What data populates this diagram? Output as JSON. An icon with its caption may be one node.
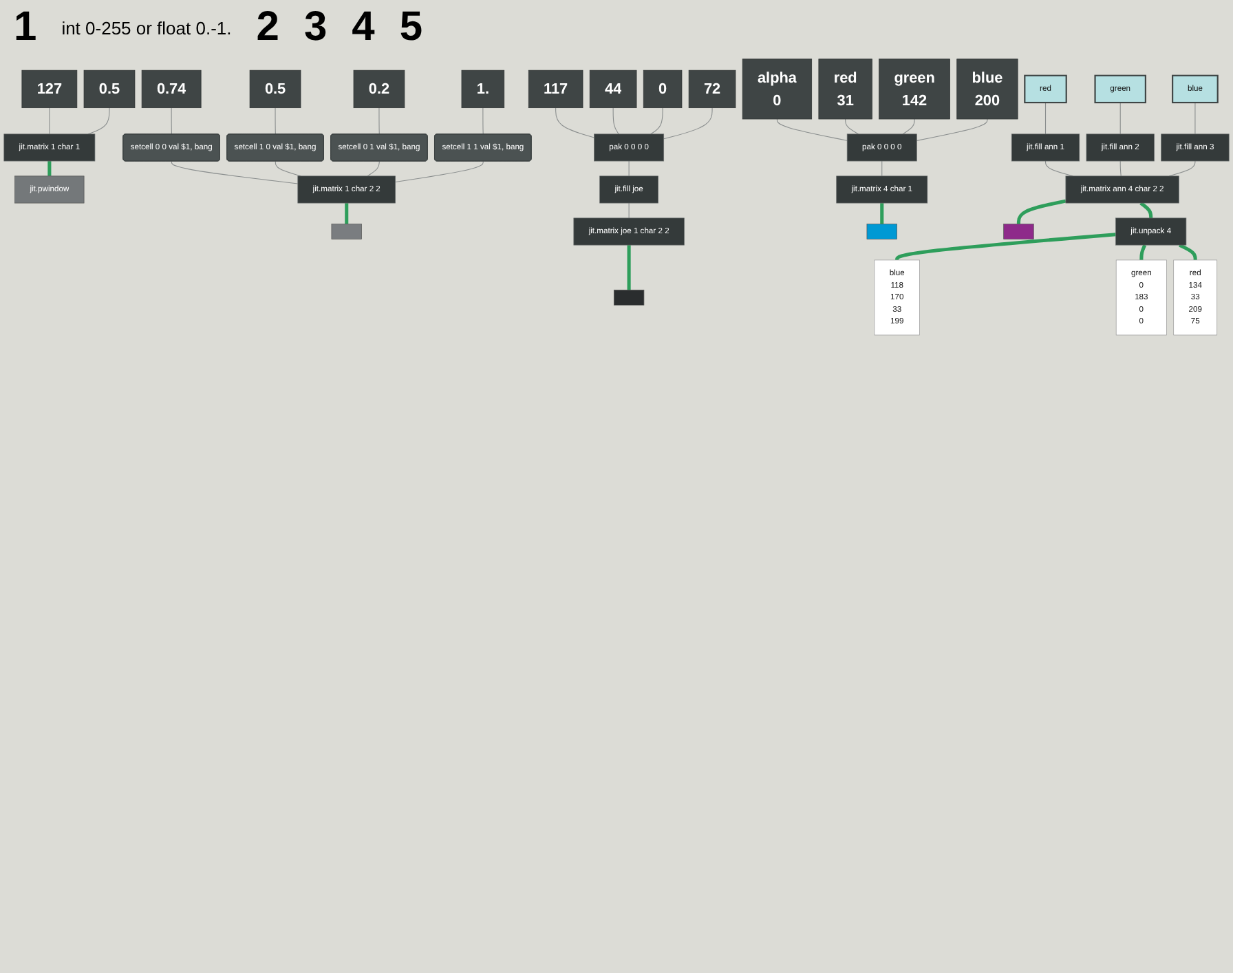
{
  "diagram": {
    "nodes": [
      {
        "text": [
          "127"
        ]
      },
      {
        "text": [
          "0.5"
        ]
      },
      {
        "text": [
          "jit.matrix 1 char 1"
        ]
      },
      {
        "text": [
          "jit.pwindow"
        ]
      },
      {
        "text": [
          "0.74"
        ]
      },
      {
        "text": [
          "setcell 0 0 val $1, bang"
        ]
      },
      {
        "text": [
          "0.5"
        ]
      },
      {
        "text": [
          "setcell 1 0 val $1, bang"
        ]
      },
      {
        "text": [
          "0.2"
        ]
      },
      {
        "text": [
          "setcell 0 1 val $1, bang"
        ]
      },
      {
        "text": [
          "1."
        ]
      },
      {
        "text": [
          "setcell 1 1 val $1, bang"
        ]
      },
      {
        "text": [
          "jit.matrix 1 char 2 2"
        ]
      },
      {
        "text": [],
        "shape": "box"
      },
      {
        "text": [
          "117"
        ]
      },
      {
        "text": [
          "44"
        ]
      },
      {
        "text": [
          "0"
        ]
      },
      {
        "text": [
          "72"
        ]
      },
      {
        "text": [
          "pak 0 0 0 0"
        ]
      },
      {
        "text": [
          "jit.fill joe"
        ]
      },
      {
        "text": [
          "jit.matrix joe 1 char 2 2"
        ]
      },
      {
        "text": [],
        "shape": "box"
      },
      {
        "text": [
          "alpha",
          "0"
        ]
      },
      {
        "text": [
          "red",
          "31"
        ]
      },
      {
        "text": [
          "green",
          "142"
        ]
      },
      {
        "text": [
          "blue",
          "200"
        ]
      },
      {
        "text": [
          "pak 0 0 0 0"
        ]
      },
      {
        "text": [
          "jit.matrix 4 char 1"
        ]
      },
      {
        "text": [],
        "shape": "box"
      },
      {
        "text": [
          "red"
        ]
      },
      {
        "text": [
          "green"
        ]
      },
      {
        "text": [
          "blue"
        ]
      },
      {
        "text": [
          "jit.fill ann 1"
        ]
      },
      {
        "text": [
          "jit.fill ann 2"
        ]
      },
      {
        "text": [
          "jit.fill ann 3"
        ]
      },
      {
        "text": [
          "jit.matrix ann 4 char 2 2"
        ]
      },
      {
        "text": [],
        "shape": "box"
      },
      {
        "text": [
          "jit.unpack 4"
        ]
      },
      {
        "text": [
          "blue",
          "118",
          "170",
          "33",
          "199"
        ]
      },
      {
        "text": [
          "green",
          "0",
          "183",
          "0",
          "0"
        ]
      },
      {
        "text": [
          "red",
          "134",
          "33",
          "209",
          "75"
        ]
      }
    ],
    "edges": [
      {
        "from": 0,
        "to": 2,
        "arrow": "none"
      },
      {
        "from": 1,
        "to": 2,
        "arrow": "none"
      },
      {
        "from": 2,
        "to": 3,
        "arrow": "none",
        "style": "thick",
        "color": "#2e9e5b"
      },
      {
        "from": 4,
        "to": 5,
        "arrow": "none"
      },
      {
        "from": 6,
        "to": 7,
        "arrow": "none"
      },
      {
        "from": 8,
        "to": 9,
        "arrow": "none"
      },
      {
        "from": 10,
        "to": 11,
        "arrow": "none"
      },
      {
        "from": 5,
        "to": 12,
        "arrow": "none"
      },
      {
        "from": 7,
        "to": 12,
        "arrow": "none"
      },
      {
        "from": 9,
        "to": 12,
        "arrow": "none"
      },
      {
        "from": 11,
        "to": 12,
        "arrow": "none"
      },
      {
        "from": 12,
        "to": 13,
        "arrow": "none",
        "style": "thick",
        "color": "#2e9e5b"
      },
      {
        "from": 14,
        "to": 18,
        "arrow": "none"
      },
      {
        "from": 15,
        "to": 18,
        "arrow": "none"
      },
      {
        "from": 16,
        "to": 18,
        "arrow": "none"
      },
      {
        "from": 17,
        "to": 18,
        "arrow": "none"
      },
      {
        "from": 18,
        "to": 19,
        "arrow": "none"
      },
      {
        "from": 19,
        "to": 20,
        "arrow": "none"
      },
      {
        "from": 20,
        "to": 21,
        "arrow": "none",
        "style": "thick",
        "color": "#2e9e5b"
      },
      {
        "from": 22,
        "to": 26,
        "arrow": "none"
      },
      {
        "from": 23,
        "to": 26,
        "arrow": "none"
      },
      {
        "from": 24,
        "to": 26,
        "arrow": "none"
      },
      {
        "from": 25,
        "to": 26,
        "arrow": "none"
      },
      {
        "from": 26,
        "to": 27,
        "arrow": "none"
      },
      {
        "from": 27,
        "to": 28,
        "arrow": "none",
        "style": "thick",
        "color": "#2e9e5b"
      },
      {
        "from": 29,
        "to": 32,
        "arrow": "none"
      },
      {
        "from": 30,
        "to": 33,
        "arrow": "none"
      },
      {
        "from": 31,
        "to": 34,
        "arrow": "none"
      },
      {
        "from": 32,
        "to": 35,
        "arrow": "none"
      },
      {
        "from": 33,
        "to": 35,
        "arrow": "none"
      },
      {
        "from": 34,
        "to": 35,
        "arrow": "none"
      },
      {
        "from": 35,
        "to": 36,
        "arrow": "none",
        "style": "thick",
        "color": "#2e9e5b"
      },
      {
        "from": 35,
        "to": 37,
        "arrow": "none",
        "style": "thick",
        "color": "#2e9e5b"
      },
      {
        "from": 37,
        "to": 38,
        "arrow": "none",
        "style": "thick",
        "color": "#2e9e5b"
      },
      {
        "from": 37,
        "to": 39,
        "arrow": "none",
        "style": "thick",
        "color": "#2e9e5b"
      },
      {
        "from": 37,
        "to": 40,
        "arrow": "none",
        "style": "thick",
        "color": "#2e9e5b"
      }
    ],
    "labels": [
      "1",
      "int 0-255 or float 0.-1.",
      "2",
      "3",
      "4",
      "5"
    ]
  }
}
